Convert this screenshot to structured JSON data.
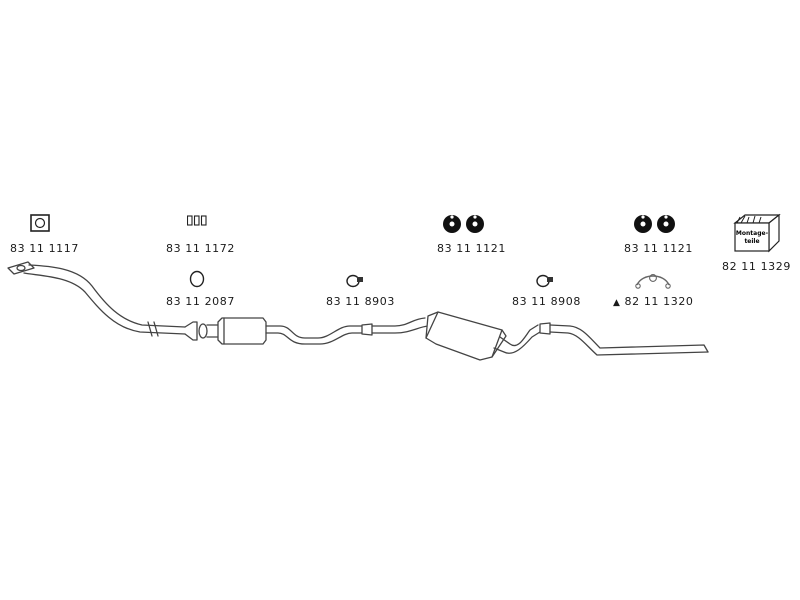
{
  "parts": {
    "gasket_top_left": "83 11 1117",
    "clips_three": "83 11 1172",
    "ring_gasket": "83 11 2087",
    "clamp_middle": "83 11 8903",
    "rubber_mounts_a": "83 11 1121",
    "clamp_right": "83 11 8908",
    "rubber_mounts_b": "83 11 1121",
    "bracket_strap": "82 11 1320",
    "mounting_kit": "82 11 1329"
  },
  "marks": {
    "triangle": "▲"
  },
  "kit_box_text": {
    "line1": "Montage-",
    "line2": "teile"
  }
}
